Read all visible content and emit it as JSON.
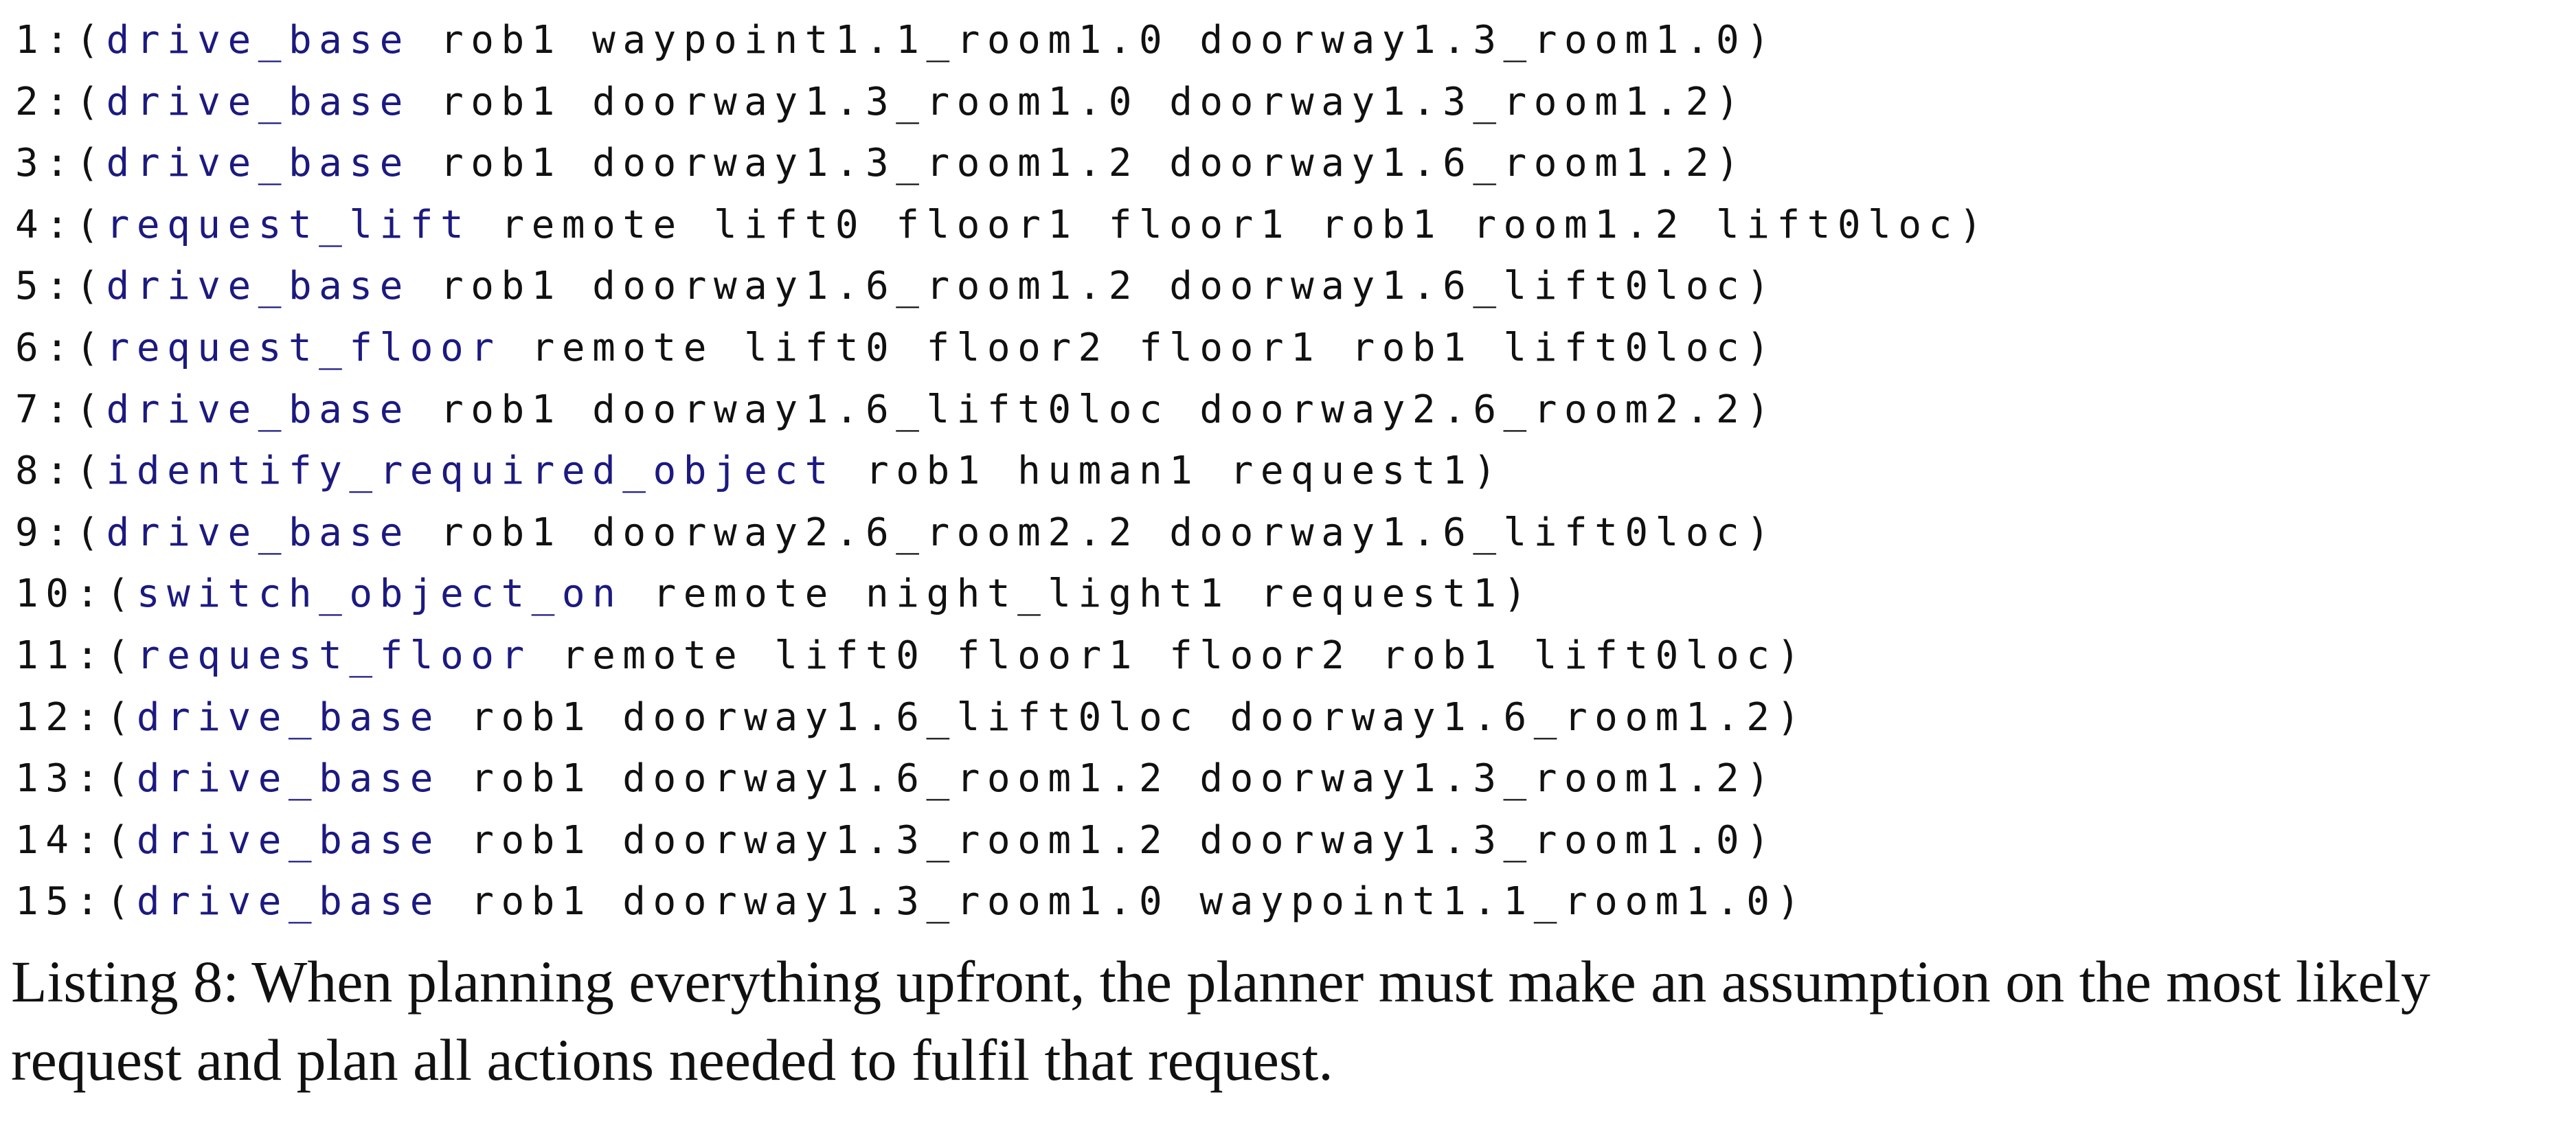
{
  "listing": {
    "lines": [
      {
        "num": "1:(",
        "op": "drive_base",
        "args": "rob1 waypoint1.1_room1.0 doorway1.3_room1.0)"
      },
      {
        "num": "2:(",
        "op": "drive_base",
        "args": "rob1 doorway1.3_room1.0 doorway1.3_room1.2)"
      },
      {
        "num": "3:(",
        "op": "drive_base",
        "args": "rob1 doorway1.3_room1.2 doorway1.6_room1.2)"
      },
      {
        "num": "4:(",
        "op": "request_lift",
        "args": "remote lift0 floor1 floor1 rob1 room1.2 lift0loc)"
      },
      {
        "num": "5:(",
        "op": "drive_base",
        "args": "rob1 doorway1.6_room1.2 doorway1.6_lift0loc)"
      },
      {
        "num": "6:(",
        "op": "request_floor",
        "args": "remote lift0 floor2 floor1 rob1 lift0loc)"
      },
      {
        "num": "7:(",
        "op": "drive_base",
        "args": "rob1 doorway1.6_lift0loc doorway2.6_room2.2)"
      },
      {
        "num": "8:(",
        "op": "identify_required_object",
        "args": "rob1 human1 request1)"
      },
      {
        "num": "9:(",
        "op": "drive_base",
        "args": "rob1 doorway2.6_room2.2 doorway1.6_lift0loc)"
      },
      {
        "num": "10:(",
        "op": "switch_object_on",
        "args": "remote night_light1 request1)"
      },
      {
        "num": "11:(",
        "op": "request_floor",
        "args": "remote lift0 floor1 floor2 rob1 lift0loc)"
      },
      {
        "num": "12:(",
        "op": "drive_base",
        "args": "rob1 doorway1.6_lift0loc doorway1.6_room1.2)"
      },
      {
        "num": "13:(",
        "op": "drive_base",
        "args": "rob1 doorway1.6_room1.2 doorway1.3_room1.2)"
      },
      {
        "num": "14:(",
        "op": "drive_base",
        "args": "rob1 doorway1.3_room1.2 doorway1.3_room1.0)"
      },
      {
        "num": "15:(",
        "op": "drive_base",
        "args": "rob1 doorway1.3_room1.0 waypoint1.1_room1.0)"
      }
    ],
    "op_color": "#1c1a80"
  },
  "caption": {
    "label": "Listing 8:",
    "text": "When planning everything upfront, the planner must make an assumption on the most likely request and plan all actions needed to fulfil that request."
  }
}
